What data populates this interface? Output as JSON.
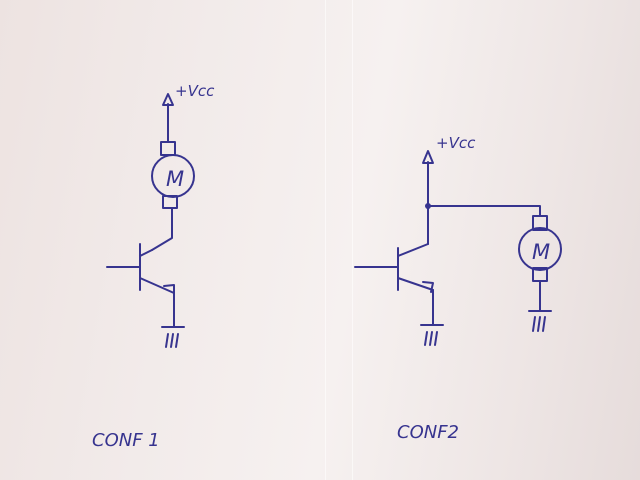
{
  "diagram": {
    "ink_color": "#37348f",
    "paper_color": "#f2ebea",
    "left": {
      "supply_label": "+Vcc",
      "motor_label": "M",
      "caption": "CONF 1"
    },
    "right": {
      "supply_label": "+Vcc",
      "motor_label": "M",
      "caption": "CONF2"
    }
  }
}
